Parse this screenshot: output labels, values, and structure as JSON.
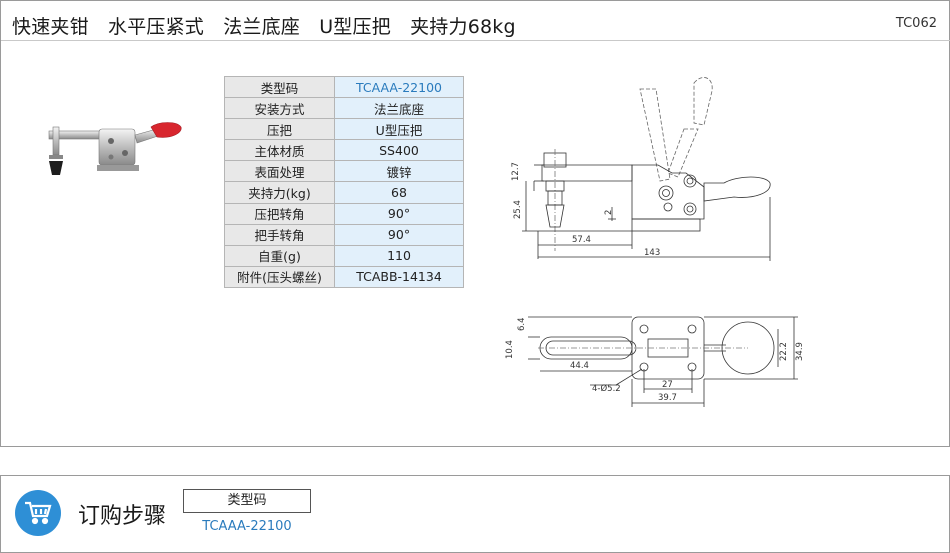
{
  "header": {
    "title": "快速夹钳　水平压紧式　法兰底座　U型压把　夹持力68kg",
    "code": "TC062"
  },
  "spec_table": [
    {
      "label": "类型码",
      "value": "TCAAA-22100"
    },
    {
      "label": "安装方式",
      "value": "法兰底座"
    },
    {
      "label": "压把",
      "value": "U型压把"
    },
    {
      "label": "主体材质",
      "value": "SS400"
    },
    {
      "label": "表面处理",
      "value": "镀锌"
    },
    {
      "label": "夹持力(kg)",
      "value": "68"
    },
    {
      "label": "压把转角",
      "value": "90°"
    },
    {
      "label": "把手转角",
      "value": "90°"
    },
    {
      "label": "自重(g)",
      "value": "110"
    },
    {
      "label": "附件(压头螺丝)",
      "value": "TCABB-14134"
    }
  ],
  "drawing": {
    "dim_12_7": "12.7",
    "dim_25_4": "25.4",
    "dim_2": "2",
    "dim_57_4": "57.4",
    "dim_143": "143",
    "dim_6_4": "6.4",
    "dim_10_4": "10.4",
    "dim_44_4": "44.4",
    "dim_holes": "4-Ø5.2",
    "dim_27": "27",
    "dim_39_7": "39.7",
    "dim_22_2": "22.2",
    "dim_34_9": "34.9"
  },
  "order": {
    "title": "订购步骤",
    "box_label": "类型码",
    "value": "TCAAA-22100"
  },
  "colors": {
    "accent_blue": "#2e8fd6",
    "link_blue": "#2a7bbd",
    "handle_red": "#d8262e"
  }
}
